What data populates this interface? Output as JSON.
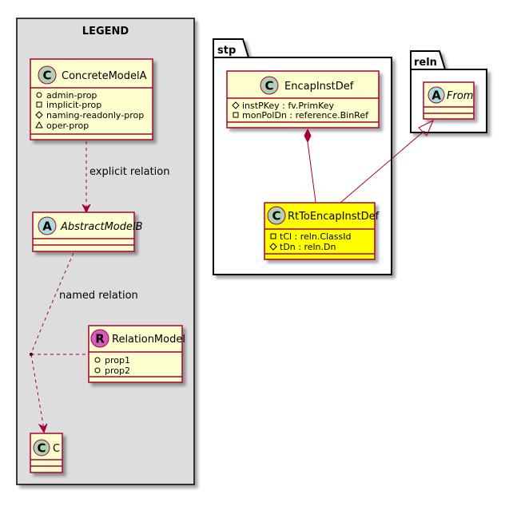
{
  "legend": {
    "title": "LEGEND",
    "concrete_model": {
      "stereotype": "C",
      "name": "ConcreteModelA",
      "members": [
        {
          "vis": "public",
          "text": "admin-prop"
        },
        {
          "vis": "private",
          "text": "implicit-prop"
        },
        {
          "vis": "protected",
          "text": "naming-readonly-prop"
        },
        {
          "vis": "package",
          "text": "oper-prop"
        }
      ]
    },
    "explicit_relation_label": "explicit relation",
    "abstract_model": {
      "stereotype": "A",
      "name": "AbstractModelB"
    },
    "named_relation_label": "named relation",
    "relation_model": {
      "stereotype": "R",
      "name": "RelationModel",
      "members": [
        {
          "vis": "public",
          "text": "prop1"
        },
        {
          "vis": "public",
          "text": "prop2"
        }
      ]
    },
    "c_model": {
      "stereotype": "C",
      "name": "C"
    }
  },
  "packages": {
    "stp": {
      "title": "stp",
      "encap": {
        "stereotype": "C",
        "name": "EncapInstDef",
        "members": [
          {
            "vis": "protected",
            "text": "instPKey : fv.PrimKey"
          },
          {
            "vis": "private",
            "text": "monPolDn : reference.BinRef"
          }
        ]
      },
      "rt": {
        "stereotype": "C",
        "name": "RtToEncapInstDef",
        "members": [
          {
            "vis": "private",
            "text": "tCl : reln.ClassId"
          },
          {
            "vis": "protected",
            "text": "tDn : reln.Dn"
          }
        ]
      }
    },
    "reln": {
      "title": "reln",
      "from": {
        "stereotype": "A",
        "name": "From"
      }
    }
  },
  "colors": {
    "class_fill": "#FEFECE",
    "class_border": "#A80036",
    "highlight_fill": "#FFFF00",
    "legend_bg": "#DDDDDD",
    "edge_color": "#A80036",
    "circle_c": "#ADD1B2",
    "circle_a": "#A9DCDF",
    "circle_r": "#D75CBF"
  }
}
